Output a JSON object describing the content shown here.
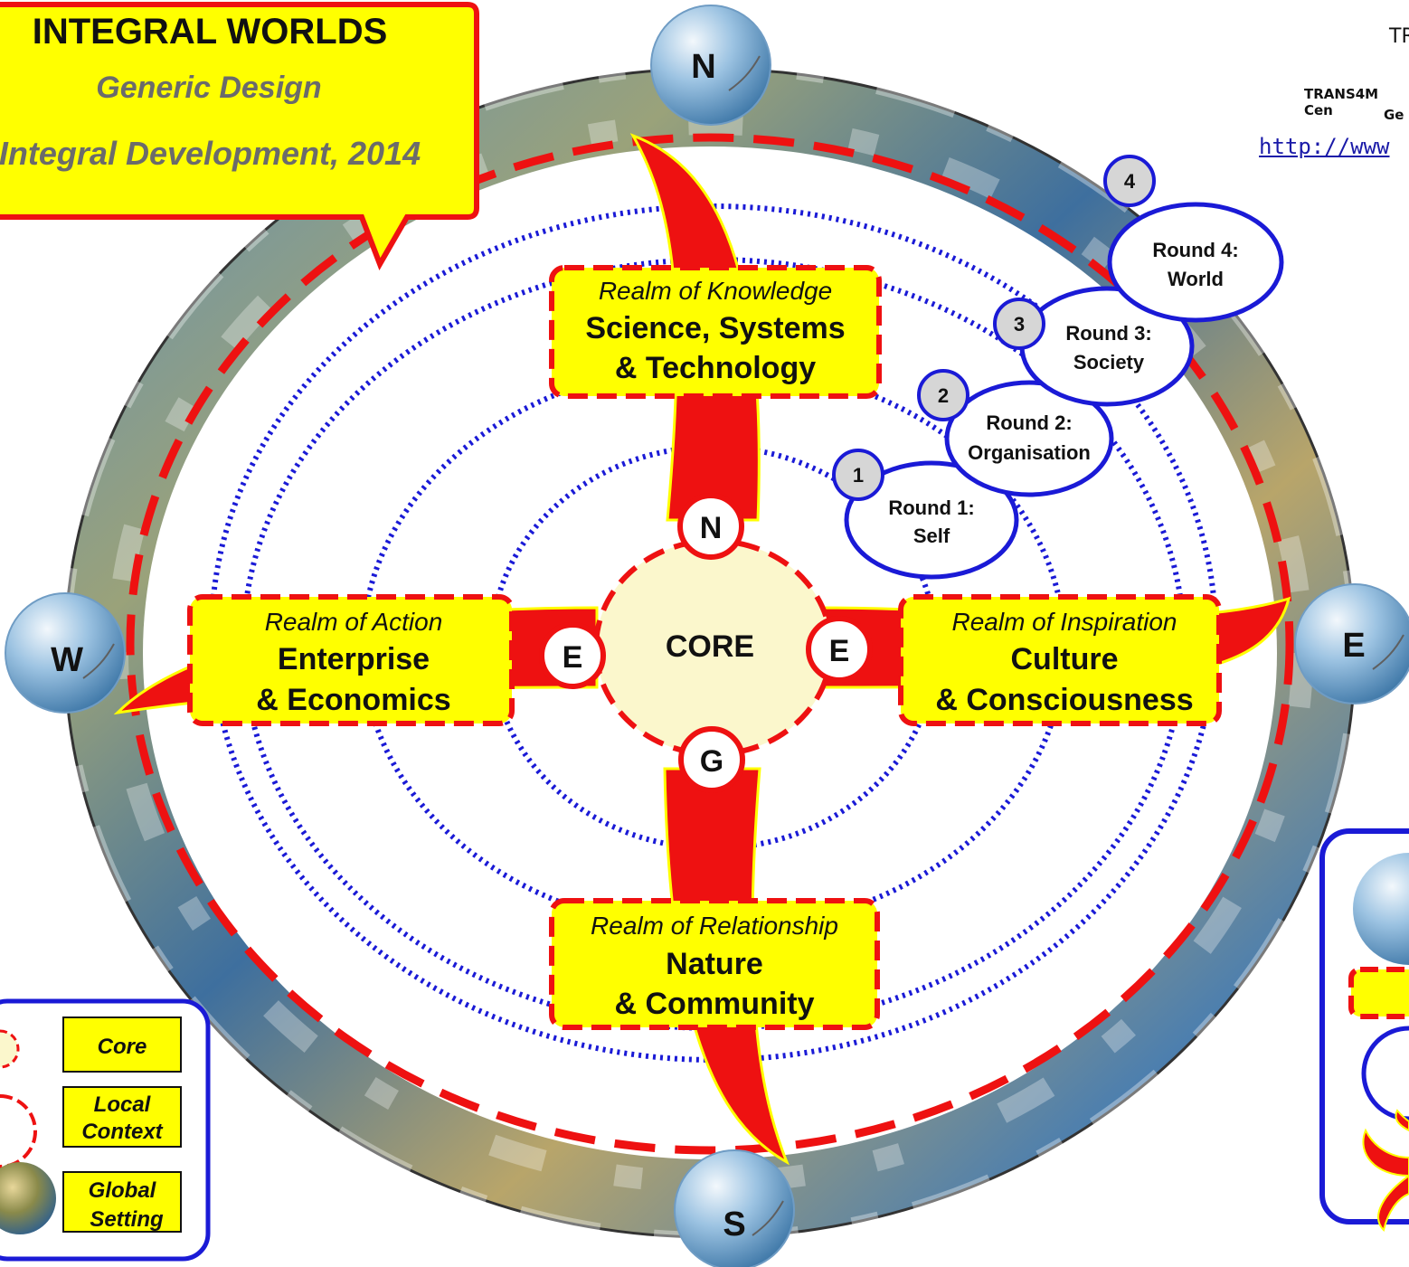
{
  "title_box": {
    "title": "INTEGRAL WORLDS",
    "subtitle": "Generic Design",
    "tagline": "Integral Development, 2014"
  },
  "header_right": {
    "line1": "TR",
    "line2": "TRANS4M Cen",
    "line3": "Ge",
    "url": "http://www"
  },
  "compass": {
    "north": "N",
    "south": "S",
    "east": "E",
    "west": "W"
  },
  "core": {
    "label": "CORE",
    "north_badge": "N",
    "west_badge": "E",
    "east_badge": "E",
    "south_badge": "G"
  },
  "realms": {
    "knowledge": {
      "realm": "Realm of Knowledge",
      "line1": "Science, Systems",
      "line2": "& Technology"
    },
    "action": {
      "realm": "Realm of Action",
      "line1": "Enterprise",
      "line2": "& Economics"
    },
    "inspiration": {
      "realm": "Realm of Inspiration",
      "line1": "Culture",
      "line2": "& Consciousness"
    },
    "relationship": {
      "realm": "Realm of Relationship",
      "line1": "Nature",
      "line2": "& Community"
    }
  },
  "rounds": [
    {
      "number": "1",
      "line1": "Round 1:",
      "line2": "Self"
    },
    {
      "number": "2",
      "line1": "Round 2:",
      "line2": "Organisation"
    },
    {
      "number": "3",
      "line1": "Round 3:",
      "line2": "Society"
    },
    {
      "number": "4",
      "line1": "Round 4:",
      "line2": "World"
    }
  ],
  "legend_left": {
    "core": "Core",
    "local_line1": "Local",
    "local_line2": "Context",
    "global_line1": "Global",
    "global_line2": "Setting"
  },
  "colors": {
    "red": "#ee1111",
    "yellow": "#ffff00",
    "blue": "#1a1ad6",
    "core_fill": "#fbf7cc",
    "ocean": "#3f78a8",
    "land": "#8a8a4a"
  }
}
